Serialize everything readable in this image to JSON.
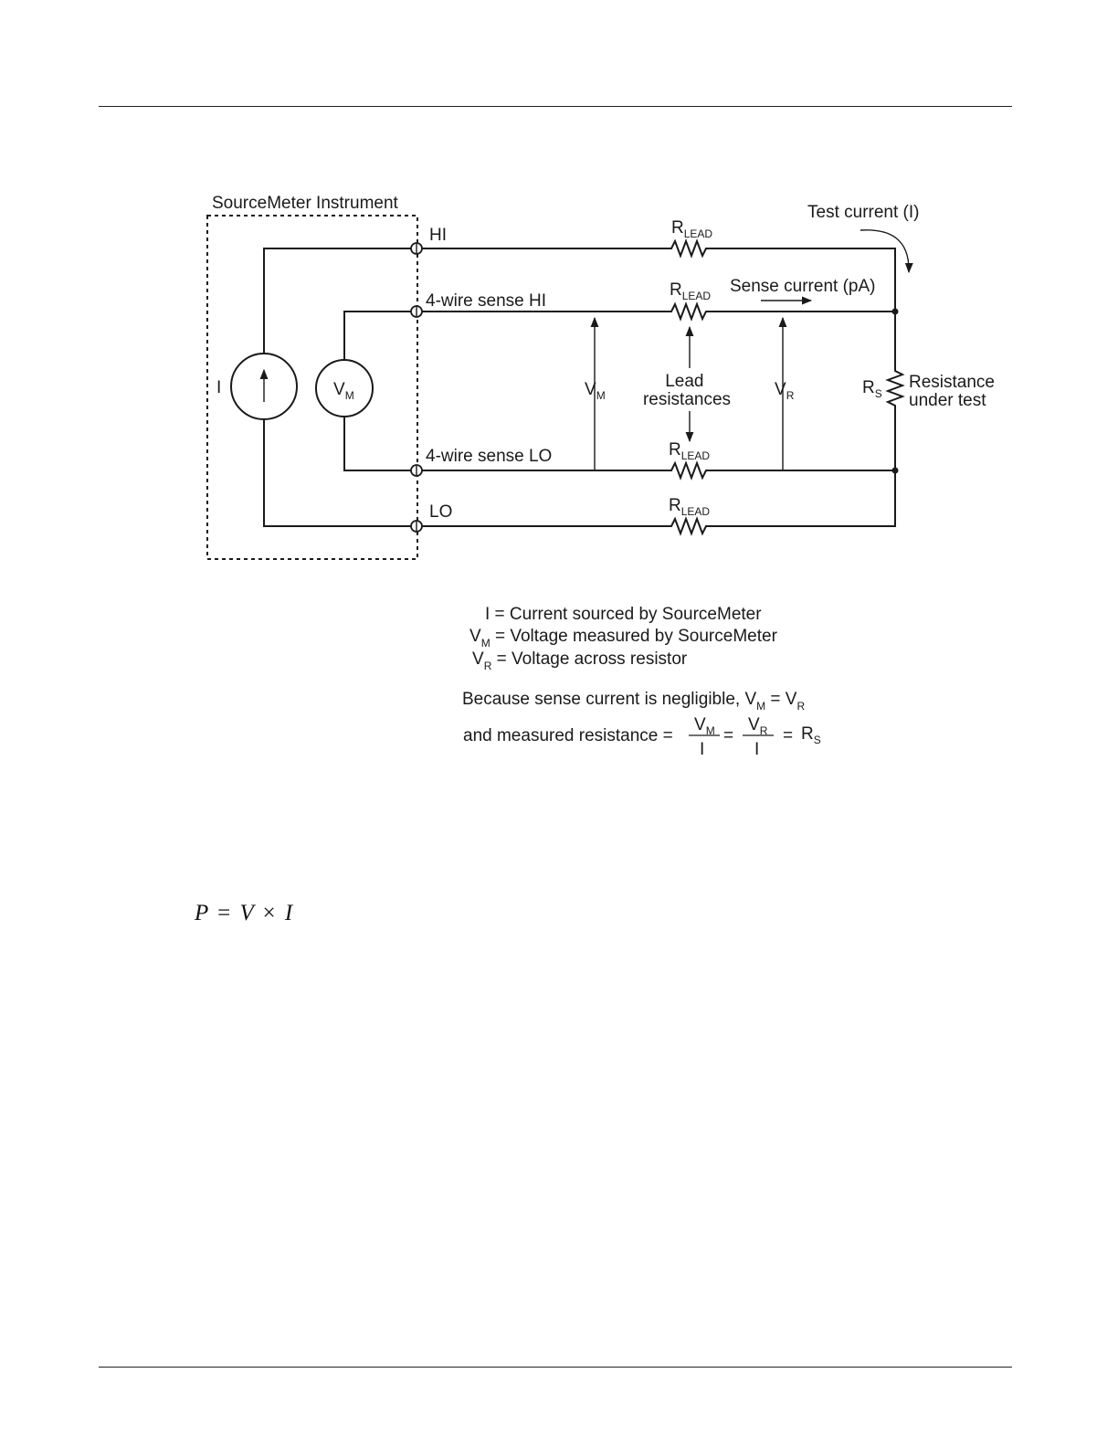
{
  "diagram": {
    "instrument_label": "SourceMeter Instrument",
    "terminals": {
      "hi": "HI",
      "sense_hi": "4-wire sense HI",
      "sense_lo": "4-wire sense LO",
      "lo": "LO"
    },
    "lead_resistor": {
      "base": "R",
      "sub": "LEAD"
    },
    "test_current": "Test current (I)",
    "sense_current": "Sense current (pA)",
    "current_source_label": "I",
    "voltmeter": {
      "base": "V",
      "sub": "M"
    },
    "vm_arrow": {
      "base": "V",
      "sub": "M"
    },
    "vr_arrow": {
      "base": "V",
      "sub": "R"
    },
    "lead_resistances": [
      "Lead",
      "resistances"
    ],
    "rs": {
      "base": "R",
      "sub": "S"
    },
    "resistance_under_test": [
      "Resistance",
      "under test"
    ]
  },
  "legend": {
    "line1": {
      "sym": "I",
      "text": " = Current sourced by SourceMeter"
    },
    "line2": {
      "sym": "V",
      "sub": "M",
      "text": " = Voltage measured by SourceMeter"
    },
    "line3": {
      "sym": "V",
      "sub": "R",
      "text": " = Voltage across resistor"
    },
    "because": {
      "text": "Because sense current is negligible, V",
      "sub1": "M",
      "mid": " = V",
      "sub2": "R"
    },
    "measured": {
      "prefix": "and measured resistance =",
      "frac1": {
        "num": "V",
        "num_sub": "M",
        "den": "I"
      },
      "frac2": {
        "num": "V",
        "num_sub": "R",
        "den": "I"
      },
      "eq": "=",
      "result": "R",
      "result_sub": "S"
    }
  },
  "formula": {
    "p": "P",
    "eq": "=",
    "v": "V",
    "times": "×",
    "i": "I"
  }
}
